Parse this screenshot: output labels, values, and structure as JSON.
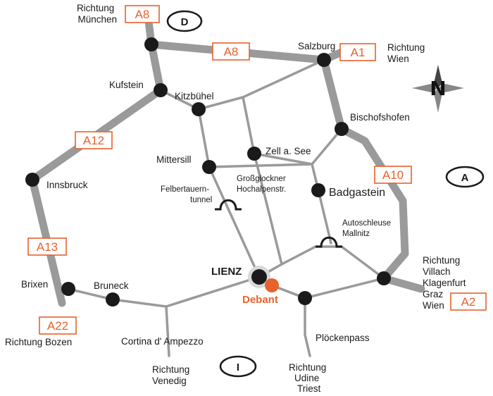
{
  "highways": {
    "a8_top": "A8",
    "a8_mid": "A8",
    "a1": "A1",
    "a12": "A12",
    "a10": "A10",
    "a13": "A13",
    "a22": "A22",
    "a2": "A2"
  },
  "countries": {
    "germany": "D",
    "austria": "A",
    "italy": "I"
  },
  "compass": "N",
  "places": {
    "richtung_muenchen": [
      "Richtung",
      "München"
    ],
    "salzburg": "Salzburg",
    "richtung_wien": [
      "Richtung",
      "Wien"
    ],
    "kufstein": "Kufstein",
    "kitzbuehel": "Kitzbühel",
    "bischofshofen": "Bischofshofen",
    "zell_am_see": "Zell a. See",
    "mittersill": "Mittersill",
    "innsbruck": "Innsbruck",
    "grossglockner": [
      "Großglockner",
      "Hochalpenstr."
    ],
    "badgastein": "Badgastein",
    "felbertauern": [
      "Felbertauern-",
      "tunnel"
    ],
    "autoschleuse": [
      "Autoschleuse",
      "Mallnitz"
    ],
    "lienz": "LIENZ",
    "debant": "Debant",
    "brixen": "Brixen",
    "bruneck": "Bruneck",
    "richtung_villach": [
      "Richtung",
      "Villach",
      "Klagenfurt",
      "Graz",
      "Wien"
    ],
    "richtung_bozen": "Richtung Bozen",
    "cortina": "Cortina d' Ampezzo",
    "ploeckenpass": "Plöckenpass",
    "richtung_venedig": [
      "Richtung",
      "Venedig"
    ],
    "richtung_udine": [
      "Richtung",
      "Udine",
      "Triest"
    ]
  },
  "colors": {
    "accent": "#e8622c",
    "road": "#9a9a9a",
    "city": "#1a1a1a"
  }
}
